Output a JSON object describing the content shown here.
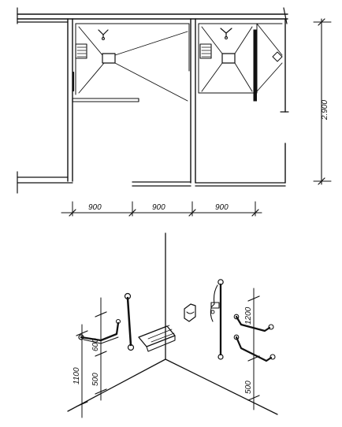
{
  "plan": {
    "dims": {
      "d1": "900",
      "d2": "900",
      "d3": "900",
      "depth": "2.900"
    }
  },
  "elevation": {
    "left": {
      "total": "1100",
      "mid": "600",
      "low": "500"
    },
    "right": {
      "top": "1200",
      "low": "500"
    }
  }
}
